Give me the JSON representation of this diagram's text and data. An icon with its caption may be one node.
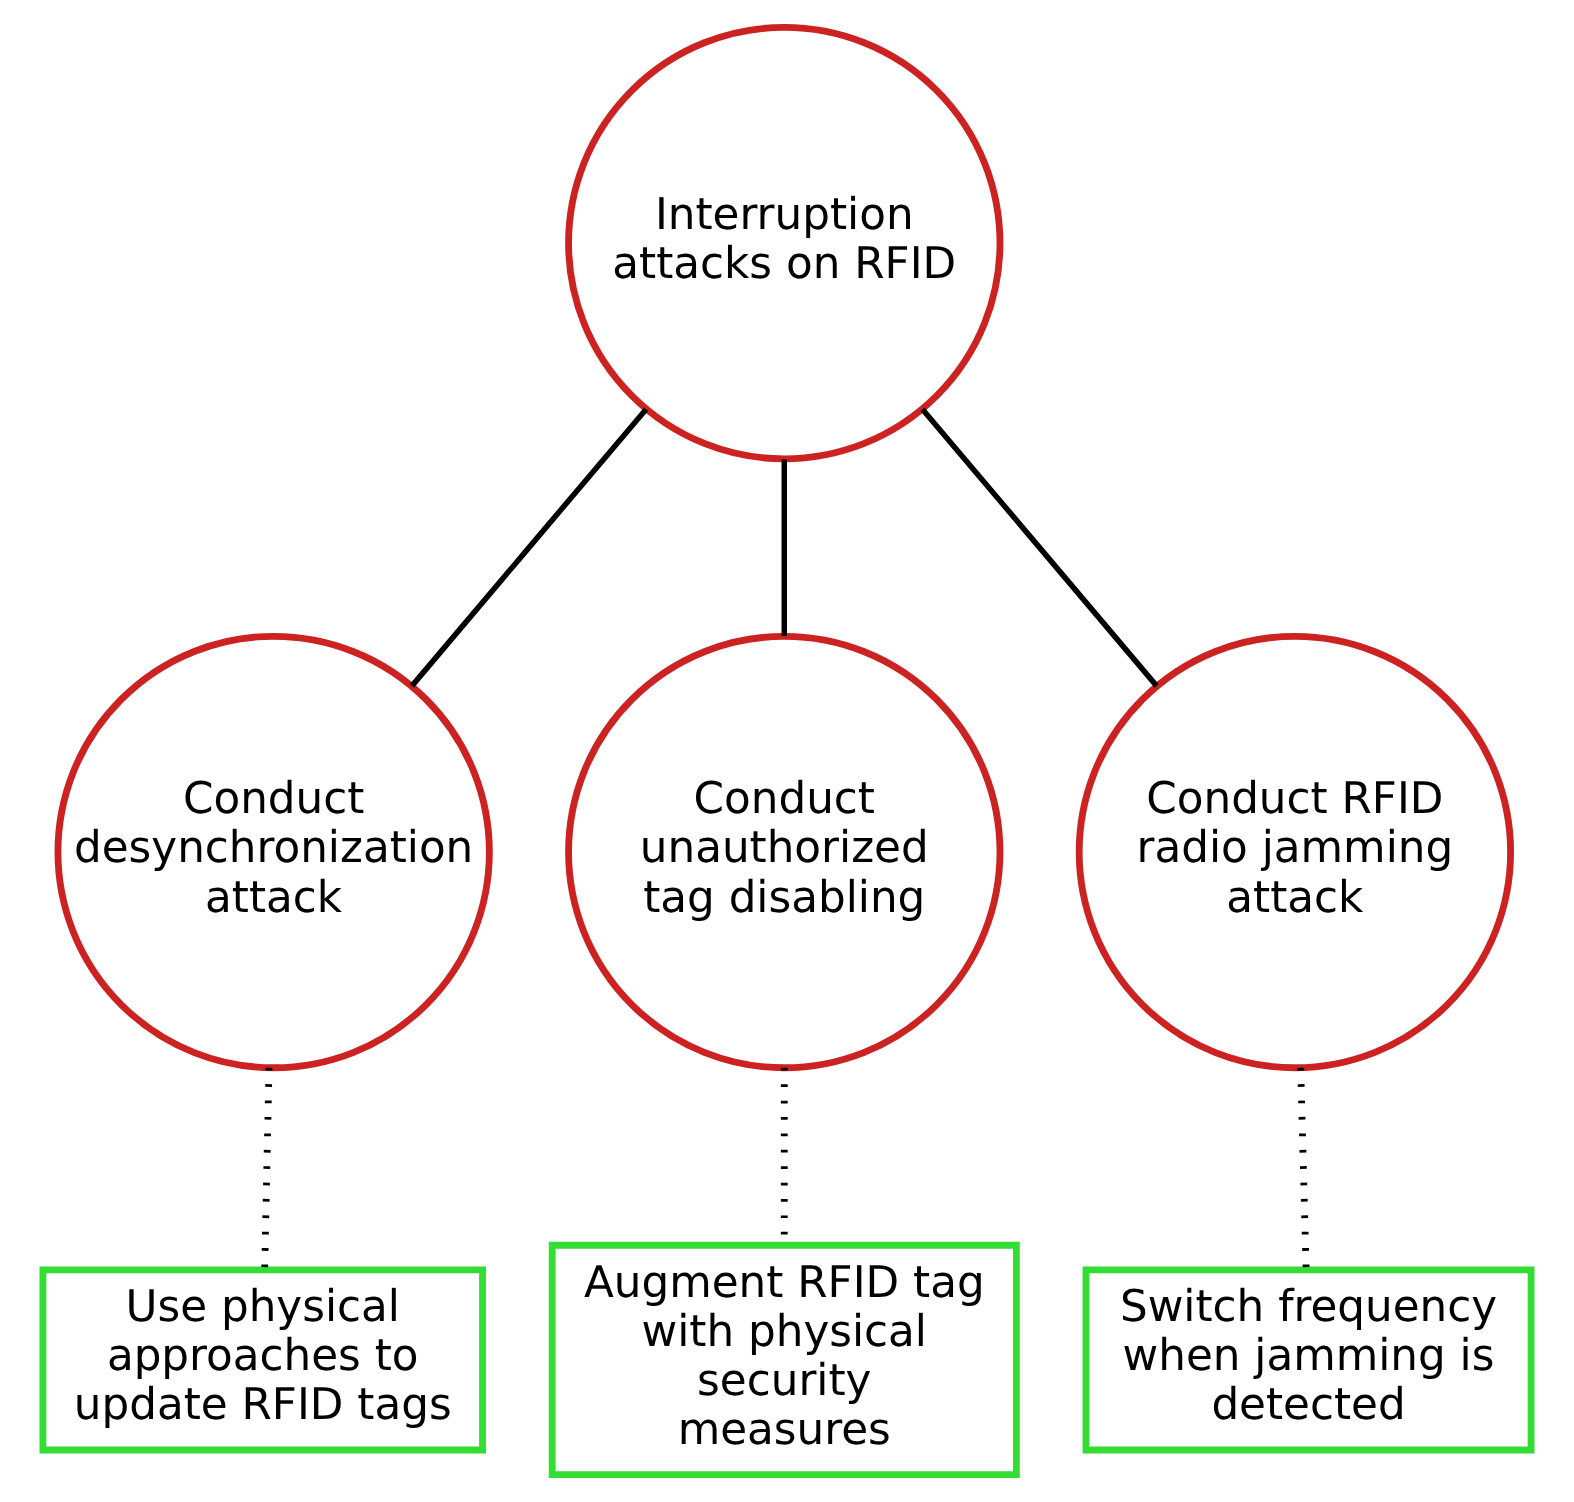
{
  "diagram": {
    "nodes": [
      {
        "text": [
          "Interruption attacks on RFID"
        ]
      },
      {
        "text": [
          "Conduct desynchronization attack"
        ]
      },
      {
        "text": [
          "Conduct unauthorized tag disabling"
        ]
      },
      {
        "text": [
          "Conduct RFID radio jamming attack"
        ]
      },
      {
        "text": [
          "Use physical approaches to update RFID tags"
        ]
      },
      {
        "text": [
          "Augment RFID tag with physical security measures"
        ]
      },
      {
        "text": [
          "Switch frequency when jamming is detected"
        ]
      }
    ],
    "edges": [
      {
        "from": 0,
        "to": 1,
        "arrow": "none"
      },
      {
        "from": 0,
        "to": 2,
        "arrow": "none"
      },
      {
        "from": 0,
        "to": 3,
        "arrow": "none"
      },
      {
        "from": 1,
        "to": 4,
        "arrow": "none",
        "style": "dashed"
      },
      {
        "from": 2,
        "to": 5,
        "arrow": "none",
        "style": "dashed"
      },
      {
        "from": 3,
        "to": 6,
        "arrow": "none",
        "style": "dashed"
      }
    ]
  }
}
